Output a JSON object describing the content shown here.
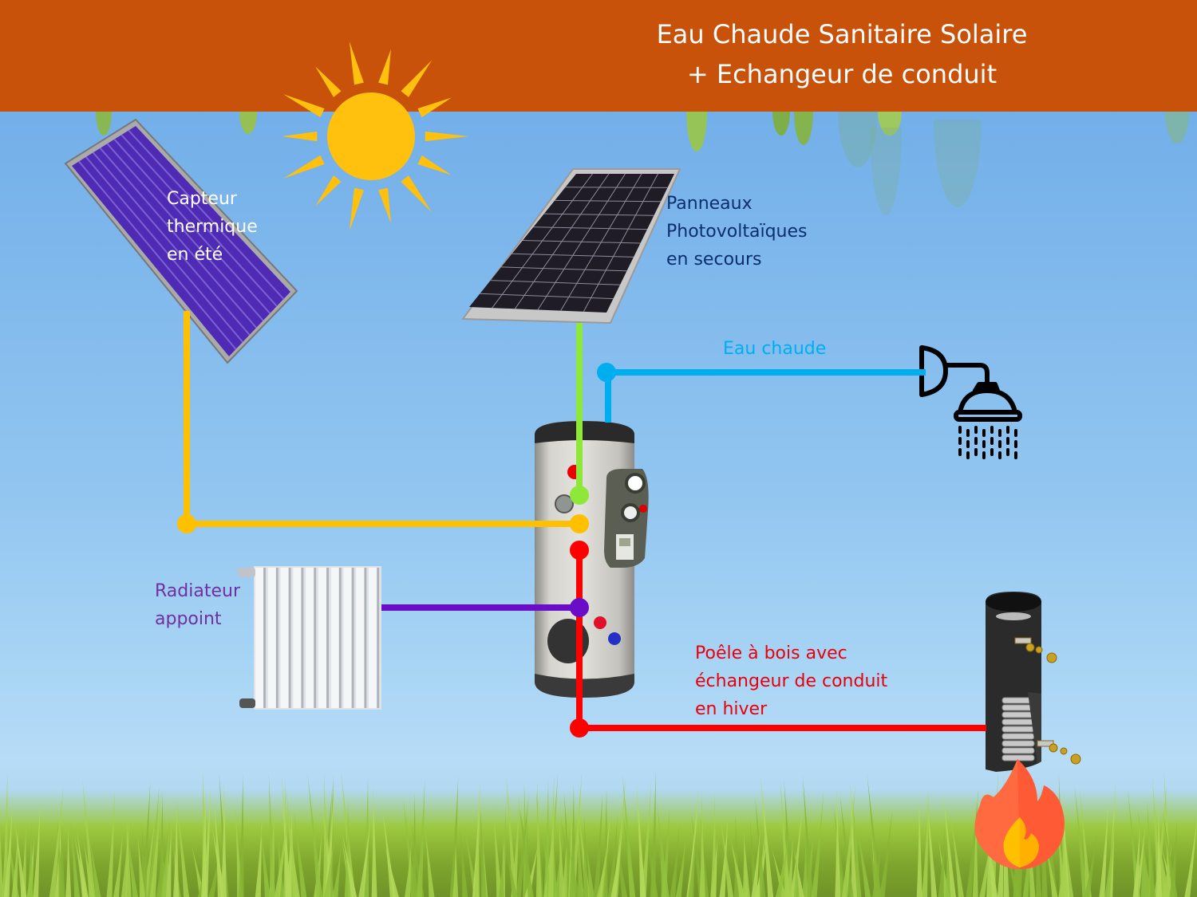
{
  "header": {
    "title_line1": "Eau Chaude Sanitaire Solaire",
    "title_line2": "+ Echangeur de conduit",
    "background_color": "#c9520a"
  },
  "components": {
    "thermal_collector": {
      "label_lines": [
        "Capteur",
        "thermique",
        "en été"
      ],
      "text_color": "#ffffff",
      "pipe_color": "#ffc000",
      "icon": "solar-thermal-collector-icon"
    },
    "pv_panels": {
      "label_lines": [
        "Panneaux",
        "Photovoltaïques",
        "en secours"
      ],
      "text_color": "#0b2f6e",
      "pipe_color": "#8ee83a",
      "icon": "photovoltaic-panel-icon"
    },
    "hot_water": {
      "label": "Eau chaude",
      "text_color": "#00aeef",
      "pipe_color": "#00aeef",
      "icon": "shower-icon"
    },
    "radiator": {
      "label_lines": [
        "Radiateur",
        "appoint"
      ],
      "text_color": "#7030a0",
      "pipe_color": "#6a0dc8",
      "icon": "radiator-icon"
    },
    "wood_stove": {
      "label_lines": [
        "Poêle à bois avec",
        "échangeur de conduit",
        "en hiver"
      ],
      "text_color": "#e8000b",
      "pipe_color": "#ff0000",
      "icon": "flue-exchanger-icon"
    },
    "tank": {
      "icon": "hot-water-tank-icon"
    },
    "sun": {
      "icon": "sun-icon",
      "color": "#ffc10e"
    },
    "fire": {
      "icon": "fire-icon"
    }
  }
}
